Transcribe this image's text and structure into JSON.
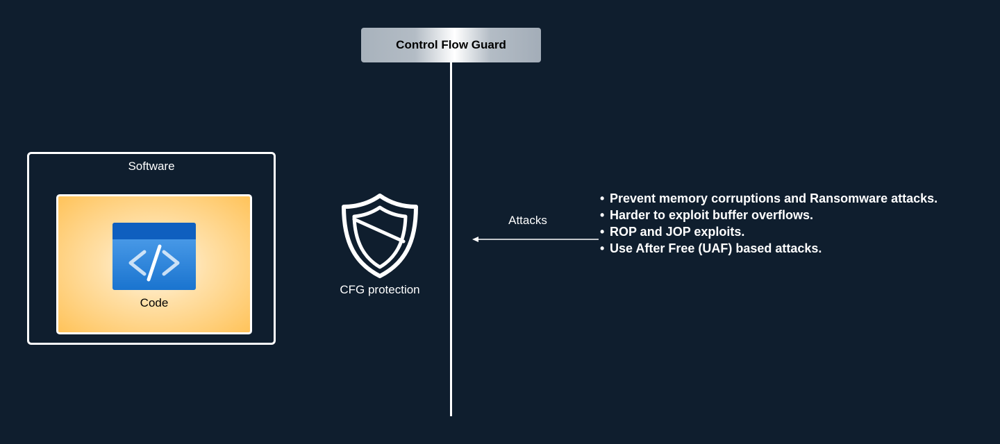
{
  "header": {
    "title": "Control Flow Guard"
  },
  "software": {
    "label": "Software",
    "code_label": "Code"
  },
  "shield": {
    "label": "CFG protection"
  },
  "attacks": {
    "label": "Attacks",
    "items": [
      "Prevent memory corruptions and Ransomware attacks.",
      "Harder to exploit buffer overflows.",
      "ROP and JOP exploits.",
      "Use After Free (UAF)  based attacks."
    ]
  },
  "icons": {
    "code": "code-brackets-icon",
    "shield": "shield-icon",
    "arrow": "arrow-left-icon"
  },
  "colors": {
    "background": "#0f1e2e",
    "code_icon_blue": "#1e7fd6",
    "code_box_orange": "#ffc35a"
  }
}
